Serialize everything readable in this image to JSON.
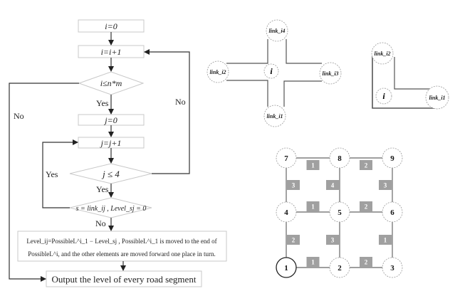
{
  "flowchart": {
    "init_i": "i=0",
    "inc_i": "i=i+1",
    "cond_i": "i≤n*m",
    "init_j": "j=0",
    "inc_j": "j=j+1",
    "cond_j": "j ≤ 4",
    "cond_s": "s = link_ij , Level_sj = 0",
    "yes": "Yes",
    "no": "No",
    "process_line1": "Level_ij=PossibleL^i_1 − Level_sj , PossibleL^i_1 is moved to the end of",
    "process_line2": "PossibleL^i, and the other elements are moved forward one place in turn.",
    "output": "Output the level of every road segment"
  },
  "cross_intersection": {
    "center": "i",
    "links": {
      "top": "link_i4",
      "left": "link_i2",
      "right": "link_i3",
      "bottom": "link_i1"
    }
  },
  "l_intersection": {
    "center": "i",
    "links": {
      "top": "link_i2",
      "right": "link_i1"
    }
  },
  "grid": {
    "nodes": [
      "1",
      "2",
      "3",
      "4",
      "5",
      "6",
      "7",
      "8",
      "9"
    ],
    "edges": [
      {
        "from": "7",
        "to": "8",
        "label": "1"
      },
      {
        "from": "8",
        "to": "9",
        "label": "2"
      },
      {
        "from": "7",
        "to": "4",
        "label": "3"
      },
      {
        "from": "8",
        "to": "5",
        "label": "4"
      },
      {
        "from": "9",
        "to": "6",
        "label": "3"
      },
      {
        "from": "4",
        "to": "5",
        "label": "1"
      },
      {
        "from": "5",
        "to": "6",
        "label": "2"
      },
      {
        "from": "4",
        "to": "1",
        "label": "2"
      },
      {
        "from": "5",
        "to": "2",
        "label": "3"
      },
      {
        "from": "6",
        "to": "3",
        "label": "1"
      },
      {
        "from": "1",
        "to": "2",
        "label": "1"
      },
      {
        "from": "2",
        "to": "3",
        "label": "2"
      }
    ],
    "highlight_node": "1",
    "label_color": "#a0a0a0"
  }
}
